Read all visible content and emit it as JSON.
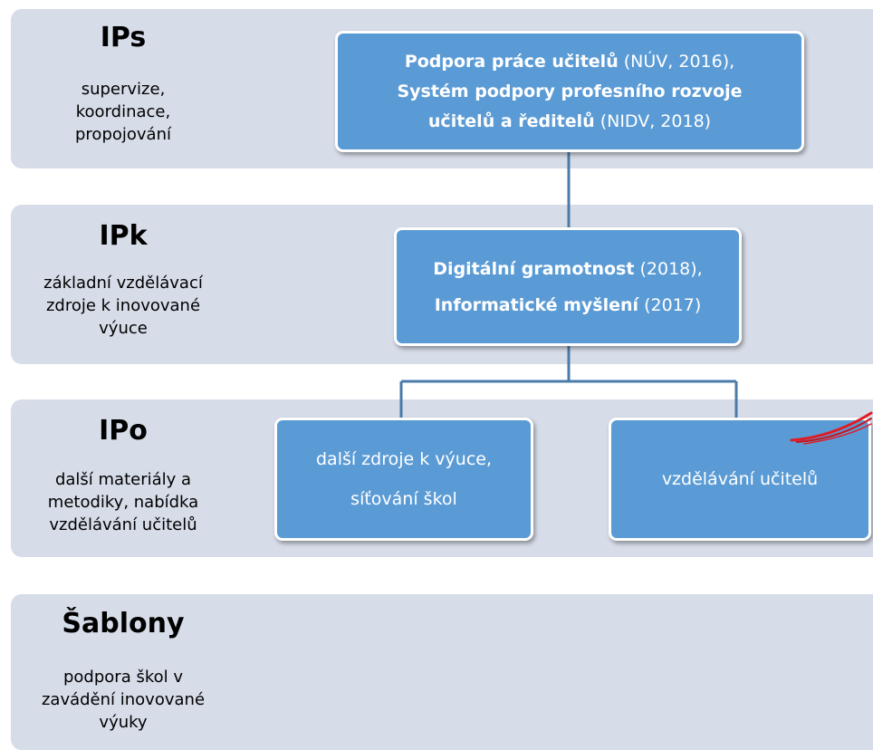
{
  "bands": [
    {
      "key": "ips",
      "title": "IPs",
      "desc": [
        "supervize,",
        "koordinace,",
        "propojování"
      ]
    },
    {
      "key": "ipk",
      "title": "IPk",
      "desc": [
        "základní vzdělávací",
        "zdroje k inovované",
        "výuce"
      ]
    },
    {
      "key": "ipo",
      "title": "IPo",
      "desc": [
        "další materiály a",
        "metodiky, nabídka",
        "vzdělávání učitelů"
      ]
    },
    {
      "key": "sablony",
      "title": "Šablony",
      "desc": [
        "podpora škol v",
        "zavádění inovované",
        "výuky"
      ]
    }
  ],
  "boxes": {
    "ips_box": {
      "lines": [
        {
          "bold": "Podpora práce učitelů",
          "normal": " (NÚV, 2016),"
        },
        {
          "bold": "Systém podpory profesního rozvoje",
          "normal": ""
        },
        {
          "bold": "učitelů a ředitelů",
          "normal": " (NIDV, 2018)"
        }
      ]
    },
    "ipk_box": {
      "lines": [
        {
          "bold": "Digitální gramotnost",
          "normal": " (2018),"
        },
        {
          "bold": "Informatické myšlení",
          "normal": " (2017)"
        }
      ]
    },
    "ipo_left_box": {
      "lines": [
        {
          "bold": "",
          "normal": "další zdroje k výuce,"
        },
        {
          "bold": "",
          "normal": "síťování škol"
        }
      ]
    },
    "ipo_right_box": {
      "lines": [
        {
          "bold": "",
          "normal": "vzdělávání učitelů"
        }
      ]
    }
  },
  "colors": {
    "band_bg": "#d6dce8",
    "box_fill": "#5b9bd5",
    "connector": "#4a7ba8",
    "accent_stroke": "#e01b24"
  }
}
